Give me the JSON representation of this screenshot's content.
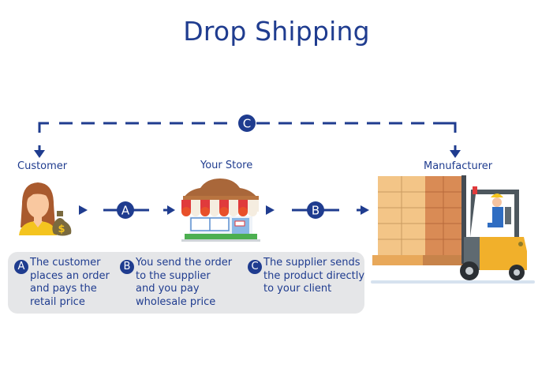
{
  "title": "Drop Shipping",
  "colors": {
    "primary": "#1f3c8f",
    "legend_bg": "#e5e6e8",
    "box_light": "#f3c587",
    "box_dark": "#d98b55",
    "forklift": "#f1b02b"
  },
  "nodes": [
    {
      "id": "customer",
      "label": "Customer",
      "icon": "woman-with-money-bag-icon"
    },
    {
      "id": "store",
      "label": "Your Store",
      "icon": "storefront-icon"
    },
    {
      "id": "manufacturer",
      "label": "Manufacturer",
      "icon": "forklift-with-boxes-icon"
    }
  ],
  "connectors": [
    {
      "from": "customer",
      "to": "store",
      "badge": "A",
      "style": "dashed-arrow"
    },
    {
      "from": "store",
      "to": "manufacturer",
      "badge": "B",
      "style": "dashed-arrow"
    },
    {
      "from": "manufacturer",
      "to": "customer",
      "badge": "C",
      "style": "dashed-loop"
    }
  ],
  "legend": [
    {
      "badge": "A",
      "text": "The customer\nplaces an order\nand pays the\nretail price"
    },
    {
      "badge": "B",
      "text": "You send the order\nto the supplier\nand you pay\nwholesale price"
    },
    {
      "badge": "C",
      "text": "The supplier sends\nthe product directly\nto your client"
    }
  ]
}
